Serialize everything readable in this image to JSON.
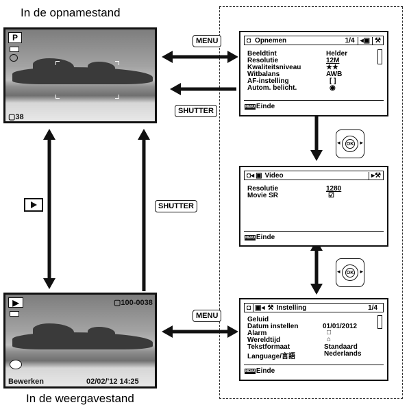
{
  "captions": {
    "top": "In de opnamestand",
    "bottom": "In de weergavestand"
  },
  "keys": {
    "menu_top": "MENU",
    "shutter_top": "SHUTTER",
    "shutter_mid": "SHUTTER",
    "menu_bottom": "MENU",
    "play_icon": "play-icon"
  },
  "rec_screen": {
    "mode": "P",
    "count": "38"
  },
  "play_screen": {
    "file": "100-0038",
    "edit": "Bewerken",
    "datetime": "02/02/'12  14:25"
  },
  "menu1": {
    "tab": "Opnemen",
    "page": "1/4",
    "rows": [
      {
        "label": "Beeldtint",
        "value": "Helder"
      },
      {
        "label": "Resolutie",
        "value": "12M"
      },
      {
        "label": "Kwaliteitsniveau",
        "value": "★★"
      },
      {
        "label": "Witbalans",
        "value": "AWB"
      },
      {
        "label": "AF-instelling",
        "value": ""
      },
      {
        "label": "Autom. belicht.",
        "value": ""
      }
    ],
    "footer": "Einde"
  },
  "menu2": {
    "tab": "Video",
    "rows": [
      {
        "label": "Resolutie",
        "value": "1280"
      },
      {
        "label": "Movie SR",
        "value": "☑"
      }
    ],
    "footer": "Einde"
  },
  "menu3": {
    "tab": "Instelling",
    "page": "1/4",
    "rows": [
      {
        "label": "Geluid",
        "value": ""
      },
      {
        "label": "Datum instellen",
        "value": "01/01/2012"
      },
      {
        "label": "Alarm",
        "value": "□"
      },
      {
        "label": "Wereldtijd",
        "value": "⌂"
      },
      {
        "label": "Tekstformaat",
        "value": "Standaard"
      },
      {
        "label": "Language/言語",
        "value": "Nederlands"
      }
    ],
    "footer": "Einde"
  },
  "footer_key": "MENU",
  "ok_label": "OK"
}
